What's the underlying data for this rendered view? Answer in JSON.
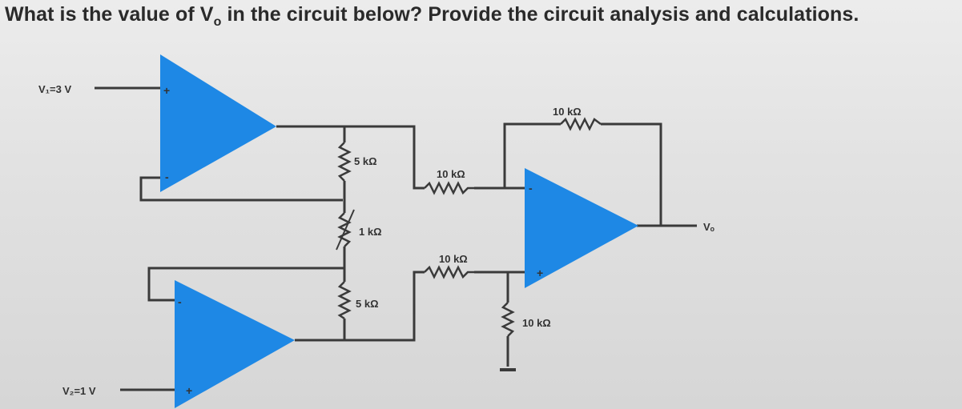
{
  "question": {
    "prefix": "What is the value of V",
    "sub": "o",
    "suffix": " in the circuit below? Provide the circuit analysis and calculations."
  },
  "inputs": {
    "v1_label": "V₁=3 V",
    "v2_label": "V₂=1 V"
  },
  "output": {
    "label": "Vₒ"
  },
  "resistors": {
    "r_top_ladder": "5 kΩ",
    "r_mid_ladder": "1 kΩ",
    "r_bot_ladder": "5 kΩ",
    "r_in_upper": "10 kΩ",
    "r_in_lower": "10 kΩ",
    "r_feedback": "10 kΩ",
    "r_ground": "10 kΩ"
  },
  "pins": {
    "plus": "+",
    "minus": "-"
  },
  "colors": {
    "opamp_fill": "#1e88e5",
    "wire": "#3a3a3a",
    "text": "#2a2a2a"
  }
}
